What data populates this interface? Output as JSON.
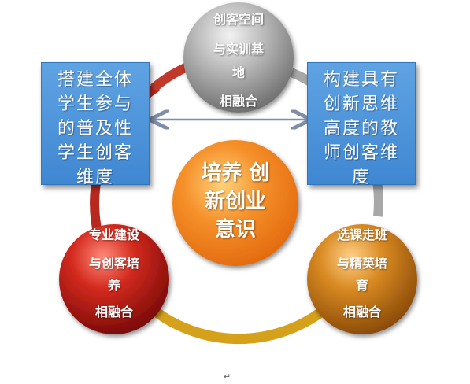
{
  "colors": {
    "ring": "#c0392b",
    "ring_gold": "#d9a21c",
    "ring_grey": "#9a9a9a",
    "center": "#f07a1a",
    "top_circle": "#9b9b9b",
    "left_circle": "#b01818",
    "right_circle": "#c8741a",
    "box": "#4b8fd6",
    "arrow": "#7f8ea8"
  },
  "center": {
    "lines": [
      "培养 创",
      "新创业",
      "意识"
    ]
  },
  "top_circle": {
    "lines": [
      "创客空间",
      "与实训基",
      "地",
      "相融合"
    ]
  },
  "left_circle": {
    "lines": [
      "专业建设",
      "与创客培",
      "养",
      "相融合"
    ]
  },
  "right_circle": {
    "lines": [
      "选课走班",
      "与精英培",
      "育",
      "相融合"
    ]
  },
  "left_box": {
    "lines": [
      "搭建全体",
      "学生参与",
      "的普及性",
      "学生创客",
      "维度"
    ]
  },
  "right_box": {
    "lines": [
      "构建具有",
      "创新思维",
      "高度的教",
      "师创客维",
      "度"
    ]
  },
  "mark": "↵"
}
